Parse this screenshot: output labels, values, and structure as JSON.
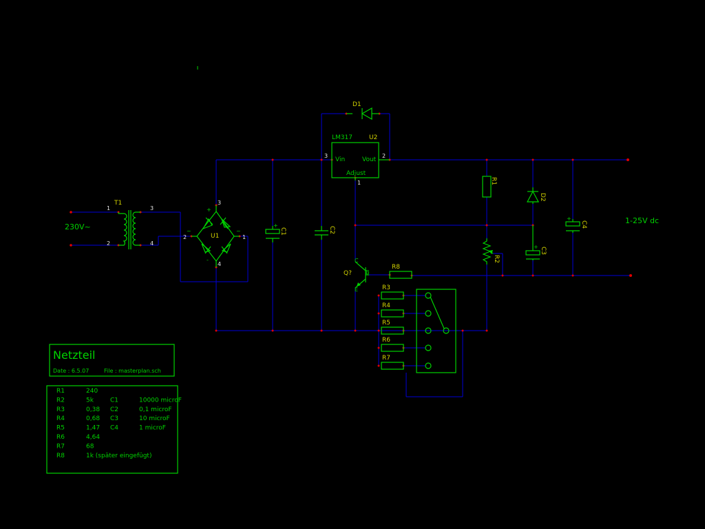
{
  "input_label": "230V~",
  "output_label": "1-25V dc",
  "components": {
    "T1": "T1",
    "U1": "U1",
    "U2": "U2",
    "U2_part": "LM317",
    "U2_vin": "Vin",
    "U2_vout": "Vout",
    "U2_adj": "Adjust",
    "D1": "D1",
    "D2": "D2",
    "C1": "C1",
    "C2": "C2",
    "C3": "C3",
    "C4": "C4",
    "R1": "R1",
    "R2": "R2",
    "R3": "R3",
    "R4": "R4",
    "R5": "R5",
    "R6": "R6",
    "R7": "R7",
    "R8": "R8",
    "Q": "Q?",
    "Q_b": "B",
    "Q_c": "C",
    "Q_e": "E"
  },
  "pins": {
    "t1_1": "1",
    "t1_2": "2",
    "t1_3": "3",
    "t1_4": "4",
    "u1_1": "1",
    "u1_2": "2",
    "u1_3": "3",
    "u1_4": "4",
    "u2_1": "1",
    "u2_2": "2",
    "u2_3": "3",
    "br_plus": "+",
    "br_minus": "-",
    "br_ac1": "~",
    "br_ac2": "~",
    "cap_plus": "+"
  },
  "title_block": {
    "title": "Netzteil",
    "date": "Date : 6.5.07",
    "file": "File : masterplan.sch"
  },
  "values_table": {
    "rows": [
      [
        "R1",
        "240",
        "",
        ""
      ],
      [
        "R2",
        "5k",
        "C1",
        "10000 microF"
      ],
      [
        "R3",
        "0,38",
        "C2",
        "0,1 microF"
      ],
      [
        "R4",
        "0,68",
        "C3",
        "10 microF"
      ],
      [
        "R5",
        "1,47",
        "C4",
        "1 microF"
      ],
      [
        "R6",
        "4,64",
        "",
        ""
      ],
      [
        "R7",
        "68",
        "",
        ""
      ],
      [
        "R8",
        "1k (später eingefügt)",
        "",
        ""
      ]
    ]
  },
  "colors": {
    "background": "#000000",
    "wire": "#0000d8",
    "component": "#00d200",
    "pin_dot": "#e00000",
    "reference": "#d2d200"
  }
}
